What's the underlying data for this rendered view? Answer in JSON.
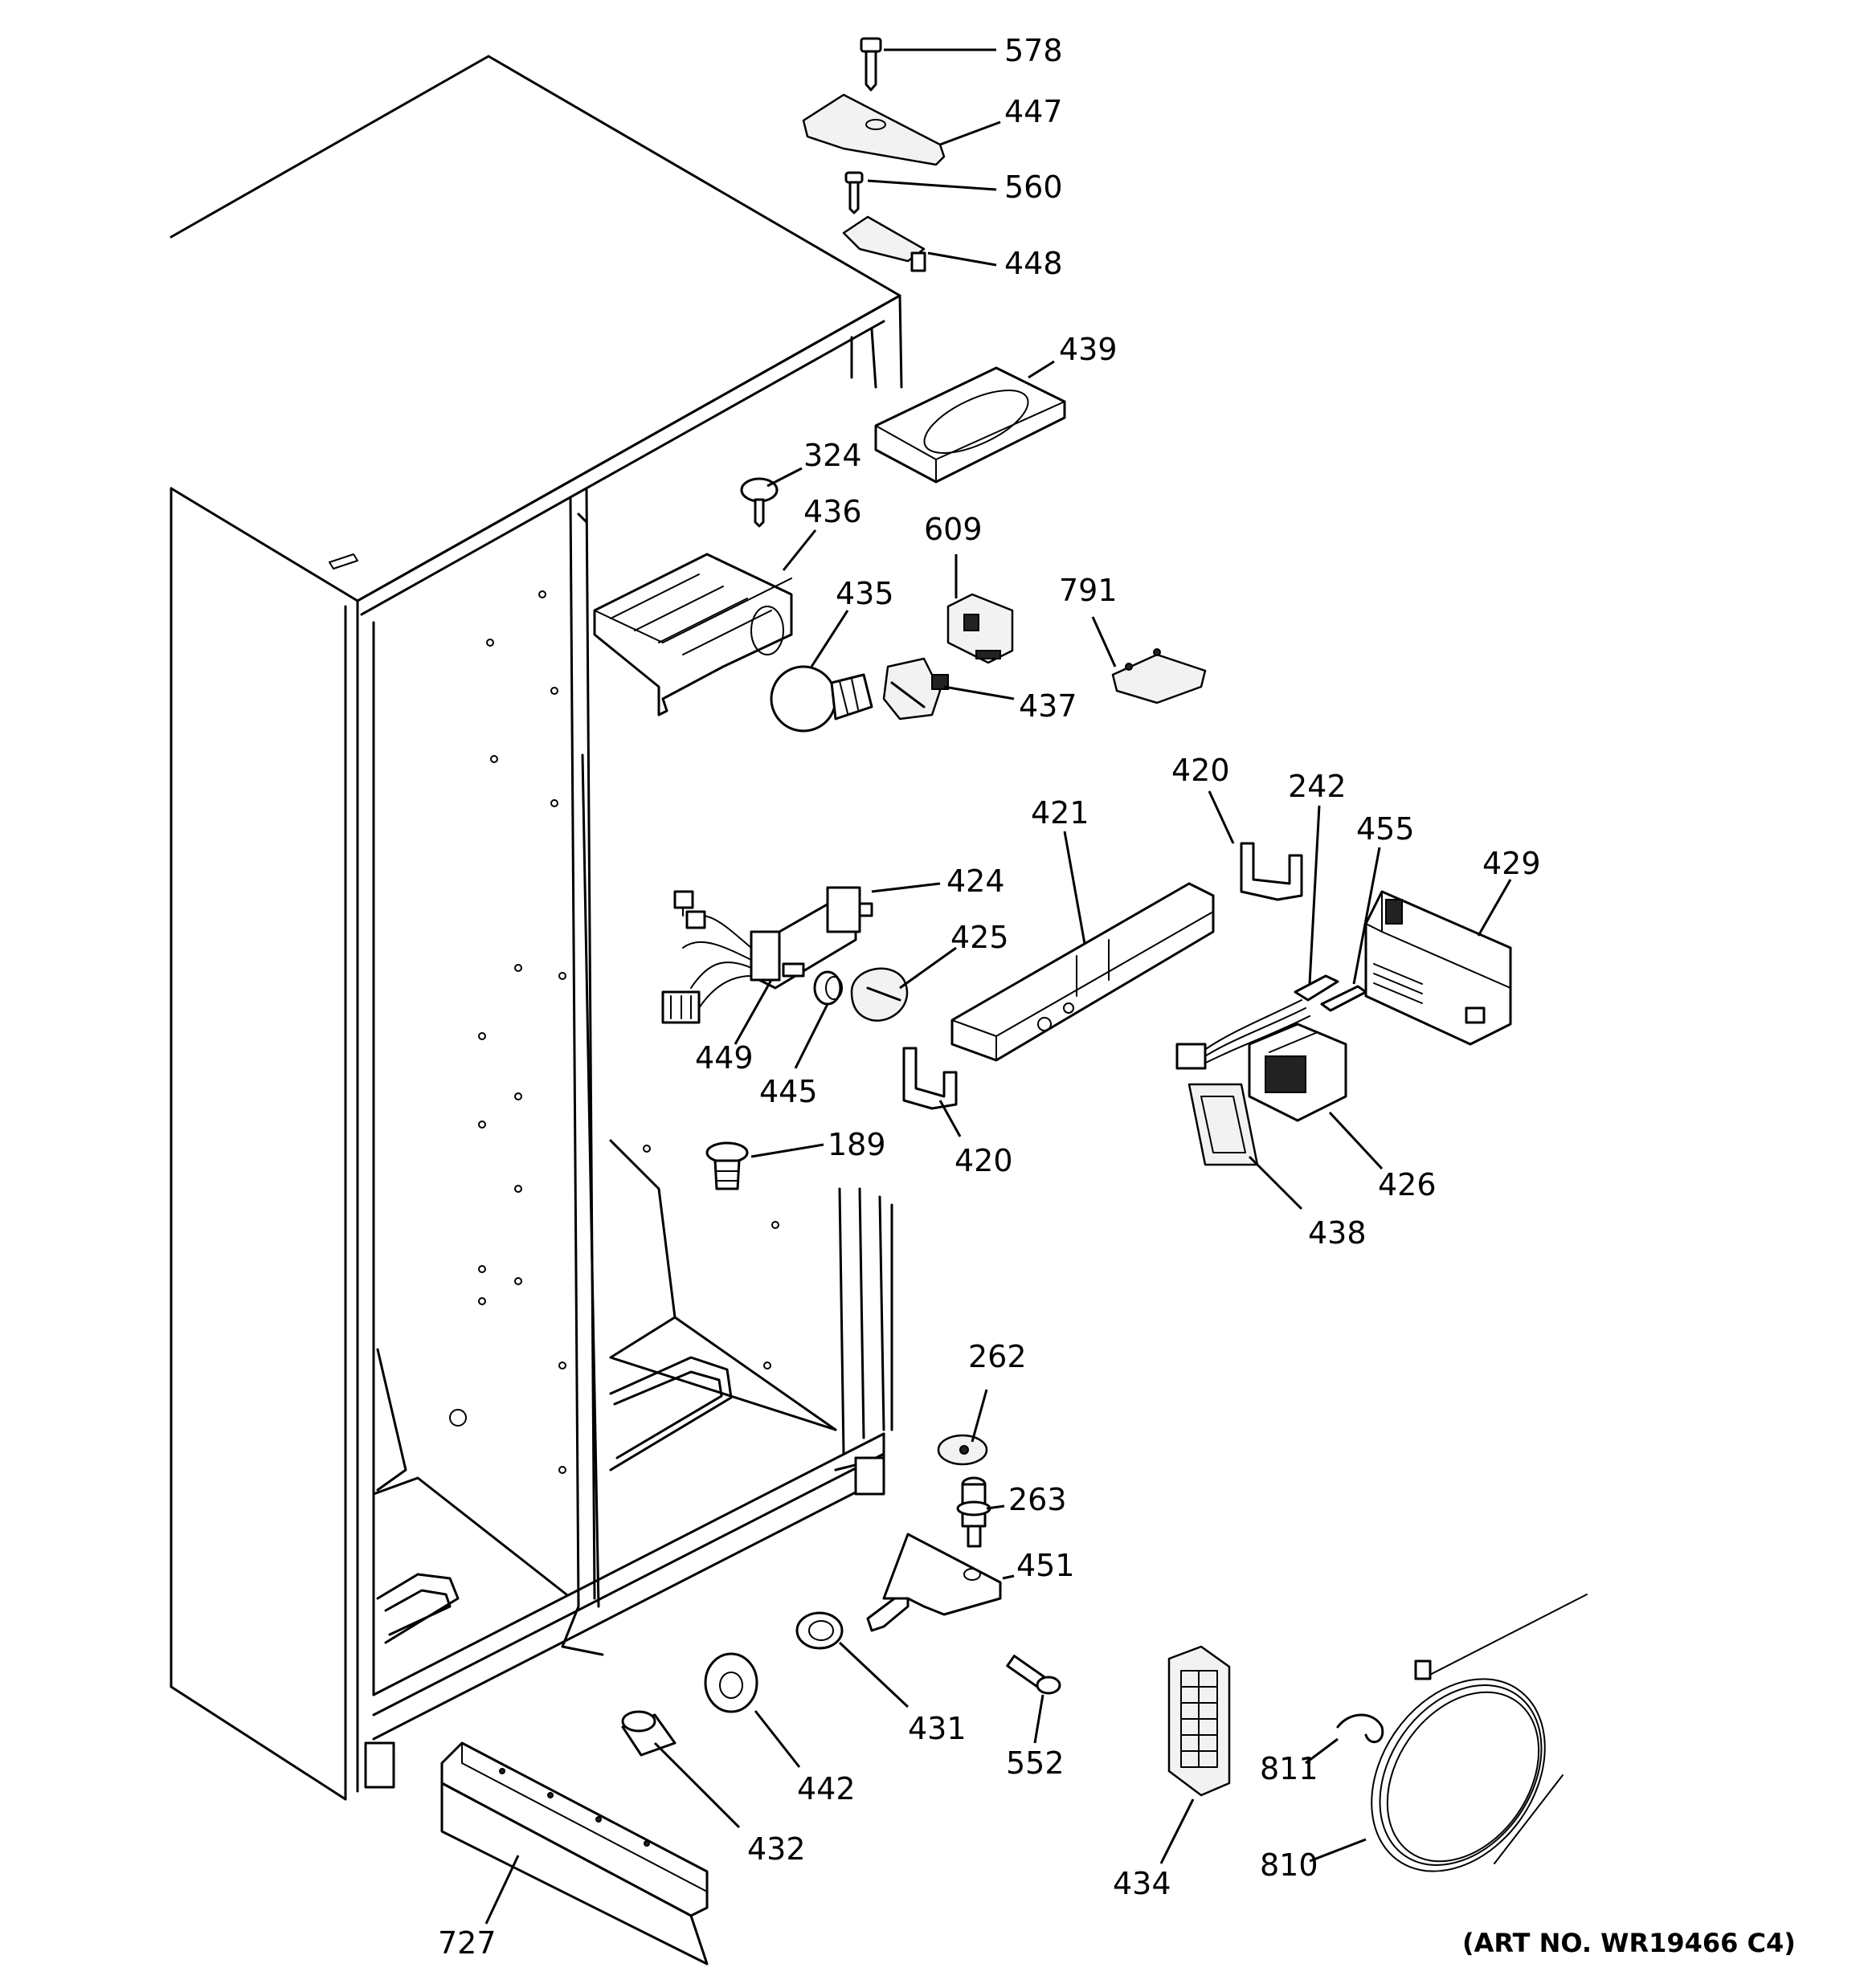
{
  "art_number": "(ART NO. WR19466 C4)",
  "labels": {
    "p578": "578",
    "p447": "447",
    "p560": "560",
    "p448": "448",
    "p439": "439",
    "p324": "324",
    "p436": "436",
    "p609": "609",
    "p435": "435",
    "p791": "791",
    "p437": "437",
    "p420a": "420",
    "p242": "242",
    "p455": "455",
    "p429": "429",
    "p421": "421",
    "p424": "424",
    "p425": "425",
    "p449": "449",
    "p445": "445",
    "p420b": "420",
    "p426": "426",
    "p438": "438",
    "p189": "189",
    "p262": "262",
    "p263": "263",
    "p451": "451",
    "p431": "431",
    "p442": "442",
    "p552": "552",
    "p432": "432",
    "p434": "434",
    "p811": "811",
    "p810": "810",
    "p727": "727"
  }
}
